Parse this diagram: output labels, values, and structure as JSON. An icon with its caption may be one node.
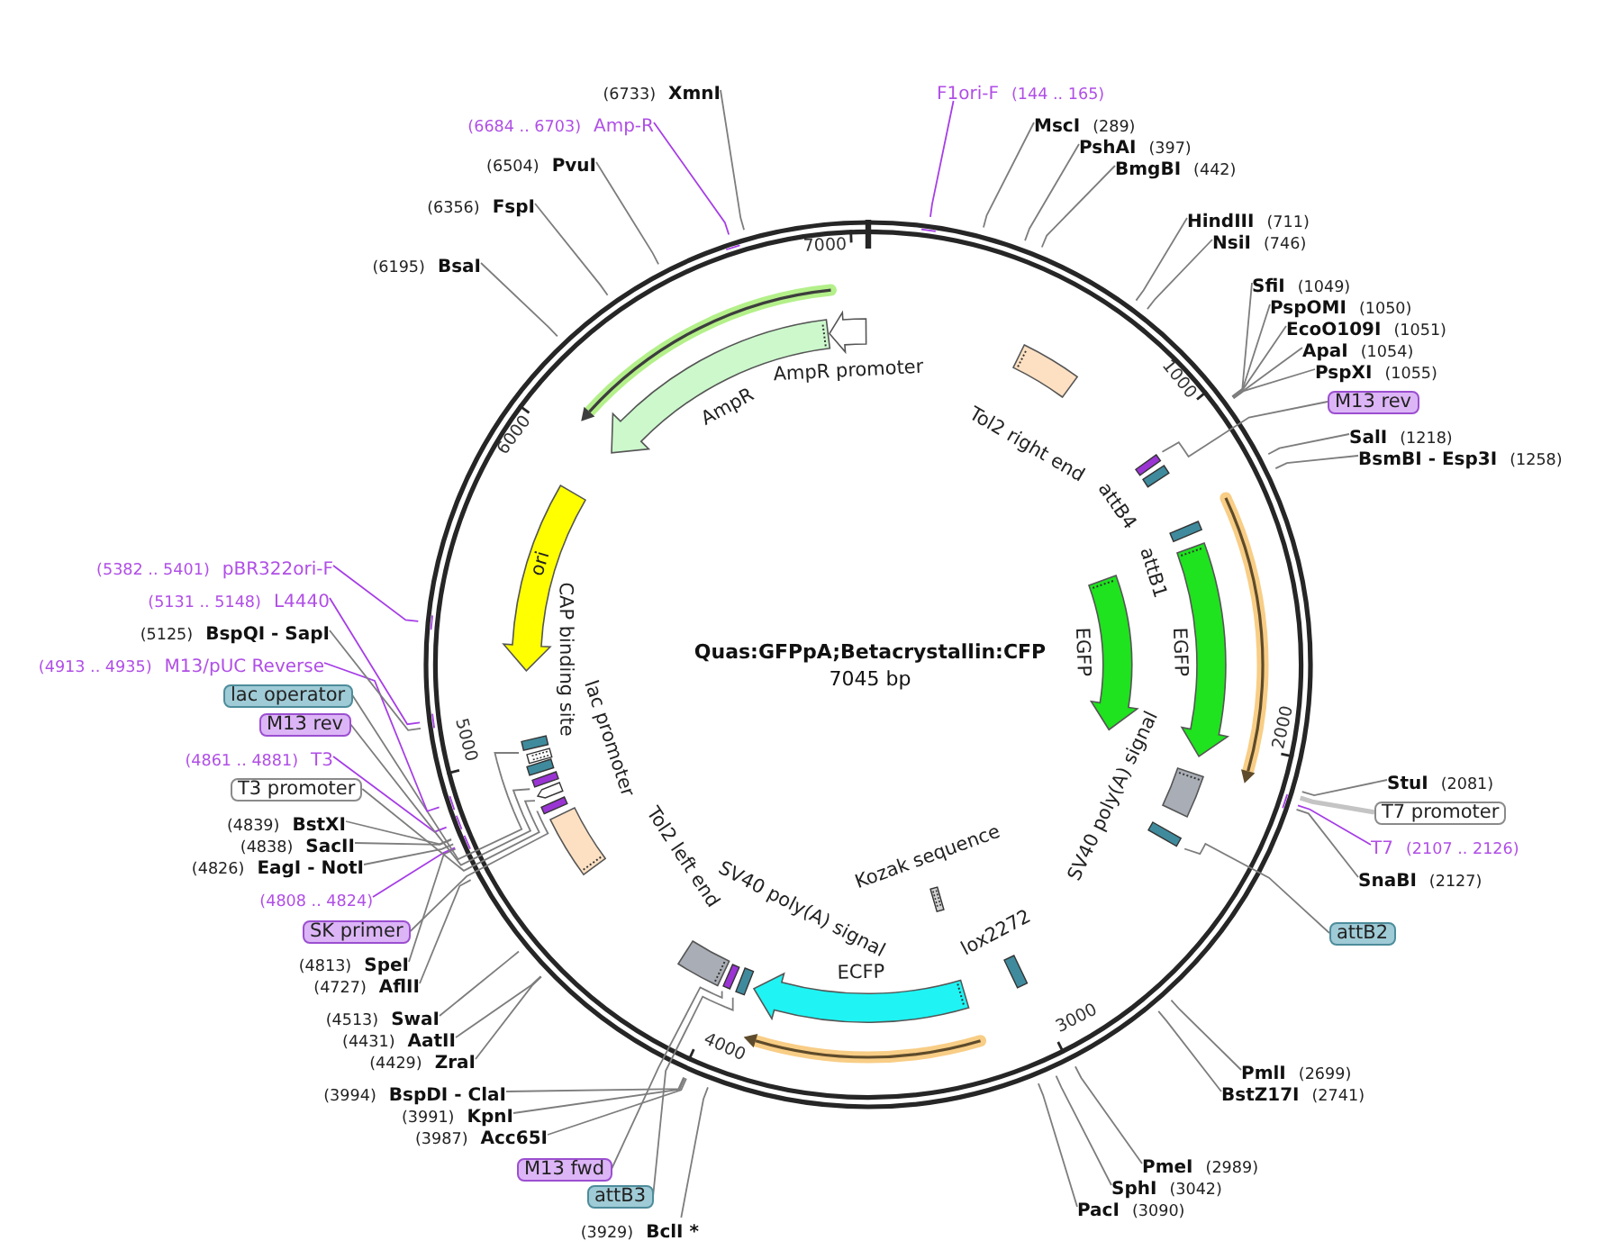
{
  "diagram": {
    "title": "Quas:GFPpA;Betacrystallin:CFP",
    "nodes": [
      {
        "text": [
          "F1ori-F",
          "(144 .. 165)"
        ]
      },
      {
        "text": [
          "MscI",
          "(289)"
        ]
      },
      {
        "text": [
          "PshAI",
          "(397)"
        ]
      },
      {
        "text": [
          "BmgBI",
          "(442)"
        ]
      },
      {
        "text": [
          "HindIII",
          "(711)"
        ]
      },
      {
        "text": [
          "NsiI",
          "(746)"
        ]
      },
      {
        "text": [
          "SfiI",
          "(1049)"
        ]
      },
      {
        "text": [
          "PspOMI",
          "(1050)"
        ]
      },
      {
        "text": [
          "EcoO109I",
          "(1051)"
        ]
      },
      {
        "text": [
          "ApaI",
          "(1054)"
        ]
      },
      {
        "text": [
          "PspXI",
          "(1055)"
        ]
      },
      {
        "text": [
          "M13 rev"
        ]
      },
      {
        "text": [
          "SalI",
          "(1218)"
        ]
      },
      {
        "text": [
          "BsmBI - Esp3I",
          "(1258)"
        ]
      },
      {
        "text": [
          "StuI",
          "(2081)"
        ]
      },
      {
        "text": [
          "T7 promoter"
        ]
      },
      {
        "text": [
          "T7",
          "(2107 .. 2126)"
        ]
      },
      {
        "text": [
          "SnaBI",
          "(2127)"
        ]
      },
      {
        "text": [
          "attB2"
        ]
      },
      {
        "text": [
          "PmlI",
          "(2699)"
        ]
      },
      {
        "text": [
          "BstZ17I",
          "(2741)"
        ]
      },
      {
        "text": [
          "PmeI",
          "(2989)"
        ]
      },
      {
        "text": [
          "SphI",
          "(3042)"
        ]
      },
      {
        "text": [
          "PacI",
          "(3090)"
        ]
      },
      {
        "text": [
          "(3929)",
          "BclI *"
        ]
      },
      {
        "text": [
          "attB3"
        ]
      },
      {
        "text": [
          "M13 fwd"
        ]
      },
      {
        "text": [
          "(3987)",
          "Acc65I"
        ]
      },
      {
        "text": [
          "(3991)",
          "KpnI"
        ]
      },
      {
        "text": [
          "(3994)",
          "BspDI - ClaI"
        ]
      },
      {
        "text": [
          "(4429)",
          "ZraI"
        ]
      },
      {
        "text": [
          "(4431)",
          "AatII"
        ]
      },
      {
        "text": [
          "(4513)",
          "SwaI"
        ]
      },
      {
        "text": [
          "(4727)",
          "AflII"
        ]
      },
      {
        "text": [
          "(4813)",
          "SpeI"
        ]
      },
      {
        "text": [
          "SK primer"
        ]
      },
      {
        "text": [
          "(4808 .. 4824)"
        ]
      },
      {
        "text": [
          "(4826)",
          "EagI - NotI"
        ]
      },
      {
        "text": [
          "(4838)",
          "SacII"
        ]
      },
      {
        "text": [
          "(4839)",
          "BstXI"
        ]
      },
      {
        "text": [
          "T3 promoter"
        ]
      },
      {
        "text": [
          "(4861 .. 4881)",
          "T3"
        ]
      },
      {
        "text": [
          "M13 rev"
        ]
      },
      {
        "text": [
          "lac operator"
        ]
      },
      {
        "text": [
          "(4913 .. 4935)",
          "M13/pUC Reverse"
        ]
      },
      {
        "text": [
          "(5125)",
          "BspQI - SapI"
        ]
      },
      {
        "text": [
          "(5131 .. 5148)",
          "L4440"
        ]
      },
      {
        "text": [
          "(5382 .. 5401)",
          "pBR322ori-F"
        ]
      },
      {
        "text": [
          "(6195)",
          "BsaI"
        ]
      },
      {
        "text": [
          "(6356)",
          "FspI"
        ]
      },
      {
        "text": [
          "(6504)",
          "PvuI"
        ]
      },
      {
        "text": [
          "(6684 .. 6703)",
          "Amp-R"
        ]
      },
      {
        "text": [
          "(6733)",
          "XmnI"
        ]
      },
      {
        "text": [
          "Tol2 right end"
        ]
      },
      {
        "text": [],
        "shape": "bar"
      },
      {
        "text": [
          "attB4"
        ]
      },
      {
        "text": [
          "attB1"
        ]
      },
      {
        "text": [
          "EGFP"
        ]
      },
      {
        "text": [
          "EGFP"
        ]
      },
      {
        "text": [
          "SV40 poly(A) signal"
        ]
      },
      {
        "text": [],
        "shape": "bar"
      },
      {
        "text": [
          "lox2272"
        ]
      },
      {
        "text": [
          "Kozak sequence"
        ]
      },
      {
        "text": [
          "ECFP"
        ]
      },
      {
        "text": [],
        "shape": "bar"
      },
      {
        "text": [],
        "shape": "bar"
      },
      {
        "text": [
          "SV40 poly(A) signal"
        ]
      },
      {
        "text": [
          "Tol2 left end"
        ]
      },
      {
        "text": [],
        "shape": "bar"
      },
      {
        "text": [],
        "shape": "arrow"
      },
      {
        "text": [],
        "shape": "bar"
      },
      {
        "text": [],
        "shape": "bar"
      },
      {
        "text": [
          "CAP binding site"
        ]
      },
      {
        "text": [],
        "shape": "bar"
      },
      {
        "text": [
          "ori"
        ]
      },
      {
        "text": [
          "AmpR"
        ]
      },
      {
        "text": [
          "AmpR promoter"
        ]
      }
    ],
    "edges": [
      {
        "from": 0,
        "to": null,
        "arrow": "none",
        "color": "#a63ee6"
      },
      {
        "from": 1,
        "to": null,
        "arrow": "none"
      },
      {
        "from": 2,
        "to": null,
        "arrow": "none"
      },
      {
        "from": 3,
        "to": null,
        "arrow": "none"
      },
      {
        "from": 4,
        "to": null,
        "arrow": "none"
      },
      {
        "from": 5,
        "to": null,
        "arrow": "none"
      },
      {
        "from": 6,
        "to": null,
        "arrow": "none"
      },
      {
        "from": 7,
        "to": null,
        "arrow": "none"
      },
      {
        "from": 8,
        "to": null,
        "arrow": "none"
      },
      {
        "from": 9,
        "to": null,
        "arrow": "none"
      },
      {
        "from": 10,
        "to": null,
        "arrow": "none"
      },
      {
        "from": 11,
        "to": 54,
        "arrow": "none"
      },
      {
        "from": 12,
        "to": null,
        "arrow": "none"
      },
      {
        "from": 13,
        "to": null,
        "arrow": "none"
      },
      {
        "from": 14,
        "to": null,
        "arrow": "none"
      },
      {
        "from": 15,
        "to": null,
        "arrow": "none",
        "style": "thick",
        "color": "#c4c4c4"
      },
      {
        "from": 16,
        "to": null,
        "arrow": "none",
        "color": "#a63ee6"
      },
      {
        "from": 17,
        "to": null,
        "arrow": "none"
      },
      {
        "from": 18,
        "to": 60,
        "arrow": "none"
      },
      {
        "from": 19,
        "to": null,
        "arrow": "none"
      },
      {
        "from": 20,
        "to": null,
        "arrow": "none"
      },
      {
        "from": 21,
        "to": null,
        "arrow": "none"
      },
      {
        "from": 22,
        "to": null,
        "arrow": "none"
      },
      {
        "from": 23,
        "to": null,
        "arrow": "none"
      },
      {
        "from": 24,
        "to": null,
        "arrow": "none"
      },
      {
        "from": 25,
        "to": 64,
        "arrow": "none"
      },
      {
        "from": 26,
        "to": 65,
        "arrow": "none"
      },
      {
        "from": 27,
        "to": null,
        "arrow": "none"
      },
      {
        "from": 28,
        "to": null,
        "arrow": "none"
      },
      {
        "from": 29,
        "to": null,
        "arrow": "none"
      },
      {
        "from": 30,
        "to": null,
        "arrow": "none"
      },
      {
        "from": 31,
        "to": null,
        "arrow": "none"
      },
      {
        "from": 32,
        "to": null,
        "arrow": "none"
      },
      {
        "from": 33,
        "to": null,
        "arrow": "none"
      },
      {
        "from": 34,
        "to": null,
        "arrow": "none"
      },
      {
        "from": 35,
        "to": 68,
        "arrow": "none"
      },
      {
        "from": 36,
        "to": null,
        "arrow": "none",
        "color": "#a63ee6"
      },
      {
        "from": 37,
        "to": null,
        "arrow": "none"
      },
      {
        "from": 38,
        "to": null,
        "arrow": "none"
      },
      {
        "from": 39,
        "to": null,
        "arrow": "none"
      },
      {
        "from": 40,
        "to": 69,
        "arrow": "none"
      },
      {
        "from": 41,
        "to": null,
        "arrow": "none",
        "color": "#a63ee6"
      },
      {
        "from": 42,
        "to": 70,
        "arrow": "none"
      },
      {
        "from": 43,
        "to": 73,
        "arrow": "none"
      },
      {
        "from": 44,
        "to": null,
        "arrow": "none",
        "color": "#a63ee6"
      },
      {
        "from": 45,
        "to": null,
        "arrow": "none"
      },
      {
        "from": 46,
        "to": null,
        "arrow": "none",
        "color": "#a63ee6"
      },
      {
        "from": 47,
        "to": null,
        "arrow": "none",
        "color": "#a63ee6"
      },
      {
        "from": 48,
        "to": null,
        "arrow": "none"
      },
      {
        "from": 49,
        "to": null,
        "arrow": "none"
      },
      {
        "from": 50,
        "to": null,
        "arrow": "none"
      },
      {
        "from": 51,
        "to": null,
        "arrow": "none",
        "color": "#a63ee6"
      },
      {
        "from": 52,
        "to": null,
        "arrow": "none"
      }
    ],
    "labels": [
      "1000",
      "2000",
      "3000",
      "4000",
      "5000",
      "6000",
      "7000",
      "7045 bp",
      "lac promoter"
    ]
  }
}
